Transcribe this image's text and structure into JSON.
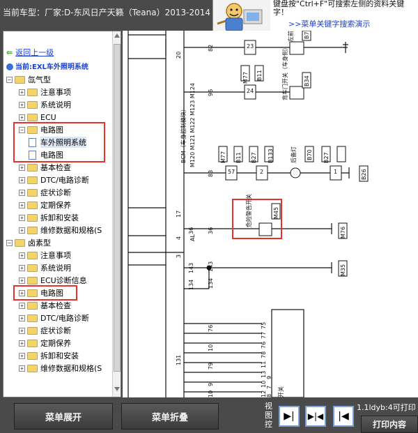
{
  "header": {
    "car_title": "当前车型：厂家:D-东风日产天籁（Teana）2013-2014",
    "tip_text": "键盘按\"Ctrl+F\"可搜索左侧的资料关键\n字！",
    "tip_link": ">>菜单关键字搜索演示"
  },
  "nav": {
    "back_label": "返回上一级",
    "current_label": "当前:EXL车外照明系统"
  },
  "tree": [
    {
      "id": "n0",
      "label": "氙气型",
      "level": 0,
      "exp": "−",
      "kind": "folder"
    },
    {
      "id": "n1",
      "label": "注意事项",
      "level": 1,
      "exp": "+",
      "kind": "folder"
    },
    {
      "id": "n2",
      "label": "系统说明",
      "level": 1,
      "exp": "+",
      "kind": "folder"
    },
    {
      "id": "n3",
      "label": "ECU",
      "level": 1,
      "exp": "+",
      "kind": "folder"
    },
    {
      "id": "n4",
      "label": "电路图",
      "level": 1,
      "exp": "−",
      "kind": "folder"
    },
    {
      "id": "n5",
      "label": "车外照明系统",
      "level": 2,
      "exp": "",
      "kind": "doc",
      "selected": true
    },
    {
      "id": "n6",
      "label": "电路图",
      "level": 2,
      "exp": "",
      "kind": "doc"
    },
    {
      "id": "n7",
      "label": "基本检查",
      "level": 1,
      "exp": "+",
      "kind": "folder"
    },
    {
      "id": "n8",
      "label": "DTC/电路诊断",
      "level": 1,
      "exp": "+",
      "kind": "folder"
    },
    {
      "id": "n9",
      "label": "症状诊断",
      "level": 1,
      "exp": "+",
      "kind": "folder"
    },
    {
      "id": "n10",
      "label": "定期保养",
      "level": 1,
      "exp": "+",
      "kind": "folder"
    },
    {
      "id": "n11",
      "label": "拆卸和安装",
      "level": 1,
      "exp": "+",
      "kind": "folder"
    },
    {
      "id": "n12",
      "label": "维修数据和规格(S",
      "level": 1,
      "exp": "+",
      "kind": "folder"
    },
    {
      "id": "n13",
      "label": "卤素型",
      "level": 0,
      "exp": "−",
      "kind": "folder"
    },
    {
      "id": "n14",
      "label": "注意事项",
      "level": 1,
      "exp": "+",
      "kind": "folder"
    },
    {
      "id": "n15",
      "label": "系统说明",
      "level": 1,
      "exp": "+",
      "kind": "folder"
    },
    {
      "id": "n16",
      "label": "ECU诊断信息",
      "level": 1,
      "exp": "+",
      "kind": "folder"
    },
    {
      "id": "n17",
      "label": "电路图",
      "level": 1,
      "exp": "+",
      "kind": "folder"
    },
    {
      "id": "n18",
      "label": "基本检查",
      "level": 1,
      "exp": "+",
      "kind": "folder"
    },
    {
      "id": "n19",
      "label": "DTC/电路诊断",
      "level": 1,
      "exp": "+",
      "kind": "folder"
    },
    {
      "id": "n20",
      "label": "症状诊断",
      "level": 1,
      "exp": "+",
      "kind": "folder"
    },
    {
      "id": "n21",
      "label": "定期保养",
      "level": 1,
      "exp": "+",
      "kind": "folder"
    },
    {
      "id": "n22",
      "label": "拆卸和安装",
      "level": 1,
      "exp": "+",
      "kind": "folder"
    },
    {
      "id": "n23",
      "label": "维修数据和规格(S",
      "level": 1,
      "exp": "+",
      "kind": "folder"
    }
  ],
  "diagram": {
    "bcm_label": "BCM（车身控制模块）",
    "bcm_connectors": "M120 M121 M122 M123 M124",
    "pins_bcm": [
      "20",
      "17",
      "4",
      "3",
      "36",
      "143",
      "134",
      "131"
    ],
    "pins_col2": [
      "82",
      "96",
      "83",
      "36",
      "143",
      "134",
      "76",
      "10",
      "79",
      "9",
      "10"
    ],
    "pins_col3": [
      "75",
      "77",
      "76",
      "78",
      "11",
      "13",
      "10",
      "12",
      "9",
      "7",
      "8"
    ],
    "conn_left": [
      "M77",
      "B11",
      "M77",
      "B11",
      "B27",
      "B133",
      "B27"
    ],
    "boxes": [
      "23",
      "24",
      "57",
      "2",
      "1"
    ],
    "left_door_switch": "左前门开关",
    "left_door_conn": "B7",
    "back_door_switch": "背车门开关（车身侧）",
    "back_door_conn": "B34",
    "trunk_lamp": "后备灯",
    "trunk_conn": "B70",
    "conn_b26": "B26",
    "hazard_switch": "危险警告开关",
    "hazard_conn": "M45",
    "ground_m76": "M76",
    "ground_m35": "M35",
    "al_label": "AL",
    "bottom_label": "开关"
  },
  "toolbar": {
    "expand_label": "菜单展开",
    "collapse_label": "菜单折叠",
    "view_label": "视图控",
    "page_info": "1.1ldyb:4可打印",
    "print_label": "打印内容"
  }
}
